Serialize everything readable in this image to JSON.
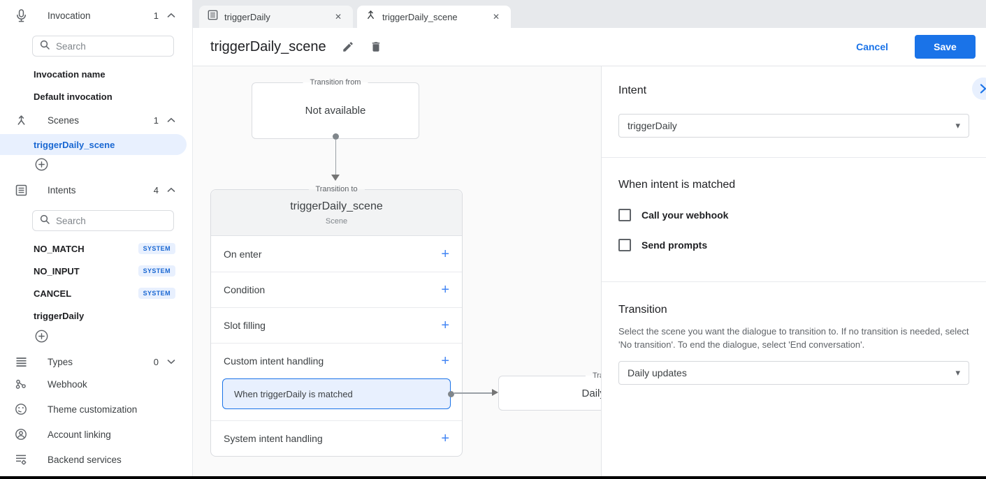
{
  "colors": {
    "accent": "#1a73e8",
    "badge_bg": "#e8f0fe",
    "badge_text": "#1967d2"
  },
  "icons": {
    "add": "+",
    "close": "✕",
    "dropdown": "▾"
  },
  "sidebar": {
    "invocation": {
      "label": "Invocation",
      "count": "1",
      "search_placeholder": "Search",
      "items": [
        "Invocation name",
        "Default invocation"
      ]
    },
    "scenes": {
      "label": "Scenes",
      "count": "1",
      "selected_item": "triggerDaily_scene"
    },
    "intents": {
      "label": "Intents",
      "count": "4",
      "search_placeholder": "Search",
      "items": [
        {
          "name": "NO_MATCH",
          "badge": "SYSTEM"
        },
        {
          "name": "NO_INPUT",
          "badge": "SYSTEM"
        },
        {
          "name": "CANCEL",
          "badge": "SYSTEM"
        },
        {
          "name": "triggerDaily"
        }
      ]
    },
    "types": {
      "label": "Types",
      "count": "0"
    },
    "links": [
      "Webhook",
      "Theme customization",
      "Account linking",
      "Backend services"
    ]
  },
  "tabs": [
    {
      "label": "triggerDaily"
    },
    {
      "label": "triggerDaily_scene"
    }
  ],
  "header": {
    "title": "triggerDaily_scene",
    "cancel_label": "Cancel",
    "save_label": "Save"
  },
  "canvas": {
    "transition_from": {
      "legend": "Transition from",
      "text": "Not available"
    },
    "scene_card": {
      "legend": "Transition to",
      "title": "triggerDaily_scene",
      "subtitle": "Scene",
      "rows": [
        "On enter",
        "Condition",
        "Slot filling",
        "Custom intent handling",
        "System intent handling"
      ],
      "matched_item": "When triggerDaily is matched"
    },
    "target_card": {
      "legend": "Transition to",
      "title": "Daily updates"
    }
  },
  "panel": {
    "intent_heading": "Intent",
    "intent_value": "triggerDaily",
    "matched_heading": "When intent is matched",
    "checkbox_webhook": "Call your webhook",
    "checkbox_prompts": "Send prompts",
    "transition_heading": "Transition",
    "transition_description": "Select the scene you want the dialogue to transition to. If no transition is needed, select 'No transition'. To end the dialogue, select 'End conversation'.",
    "transition_value": "Daily updates"
  }
}
